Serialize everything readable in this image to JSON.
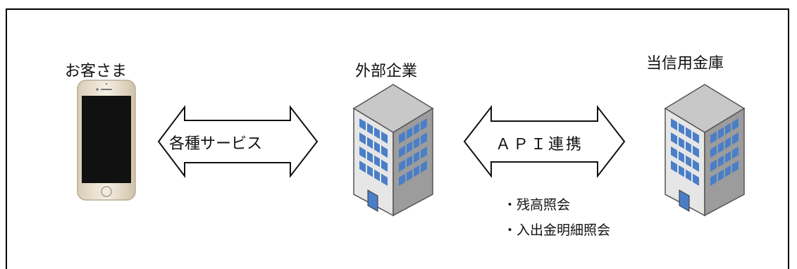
{
  "nodes": {
    "customer": "お客さま",
    "external_company": "外部企業",
    "bank": "当信用金庫"
  },
  "arrows": {
    "left": "各種サービス",
    "right": "ＡＰＩ連携"
  },
  "api_items": [
    "・残高照会",
    "・入出金明細照会"
  ],
  "colors": {
    "frame": "#000000",
    "building_front": "#e8e8e8",
    "building_side": "#a9a9a9",
    "window": "#4a7fc8"
  },
  "icons": [
    "smartphone-icon",
    "building-icon",
    "building-icon"
  ]
}
